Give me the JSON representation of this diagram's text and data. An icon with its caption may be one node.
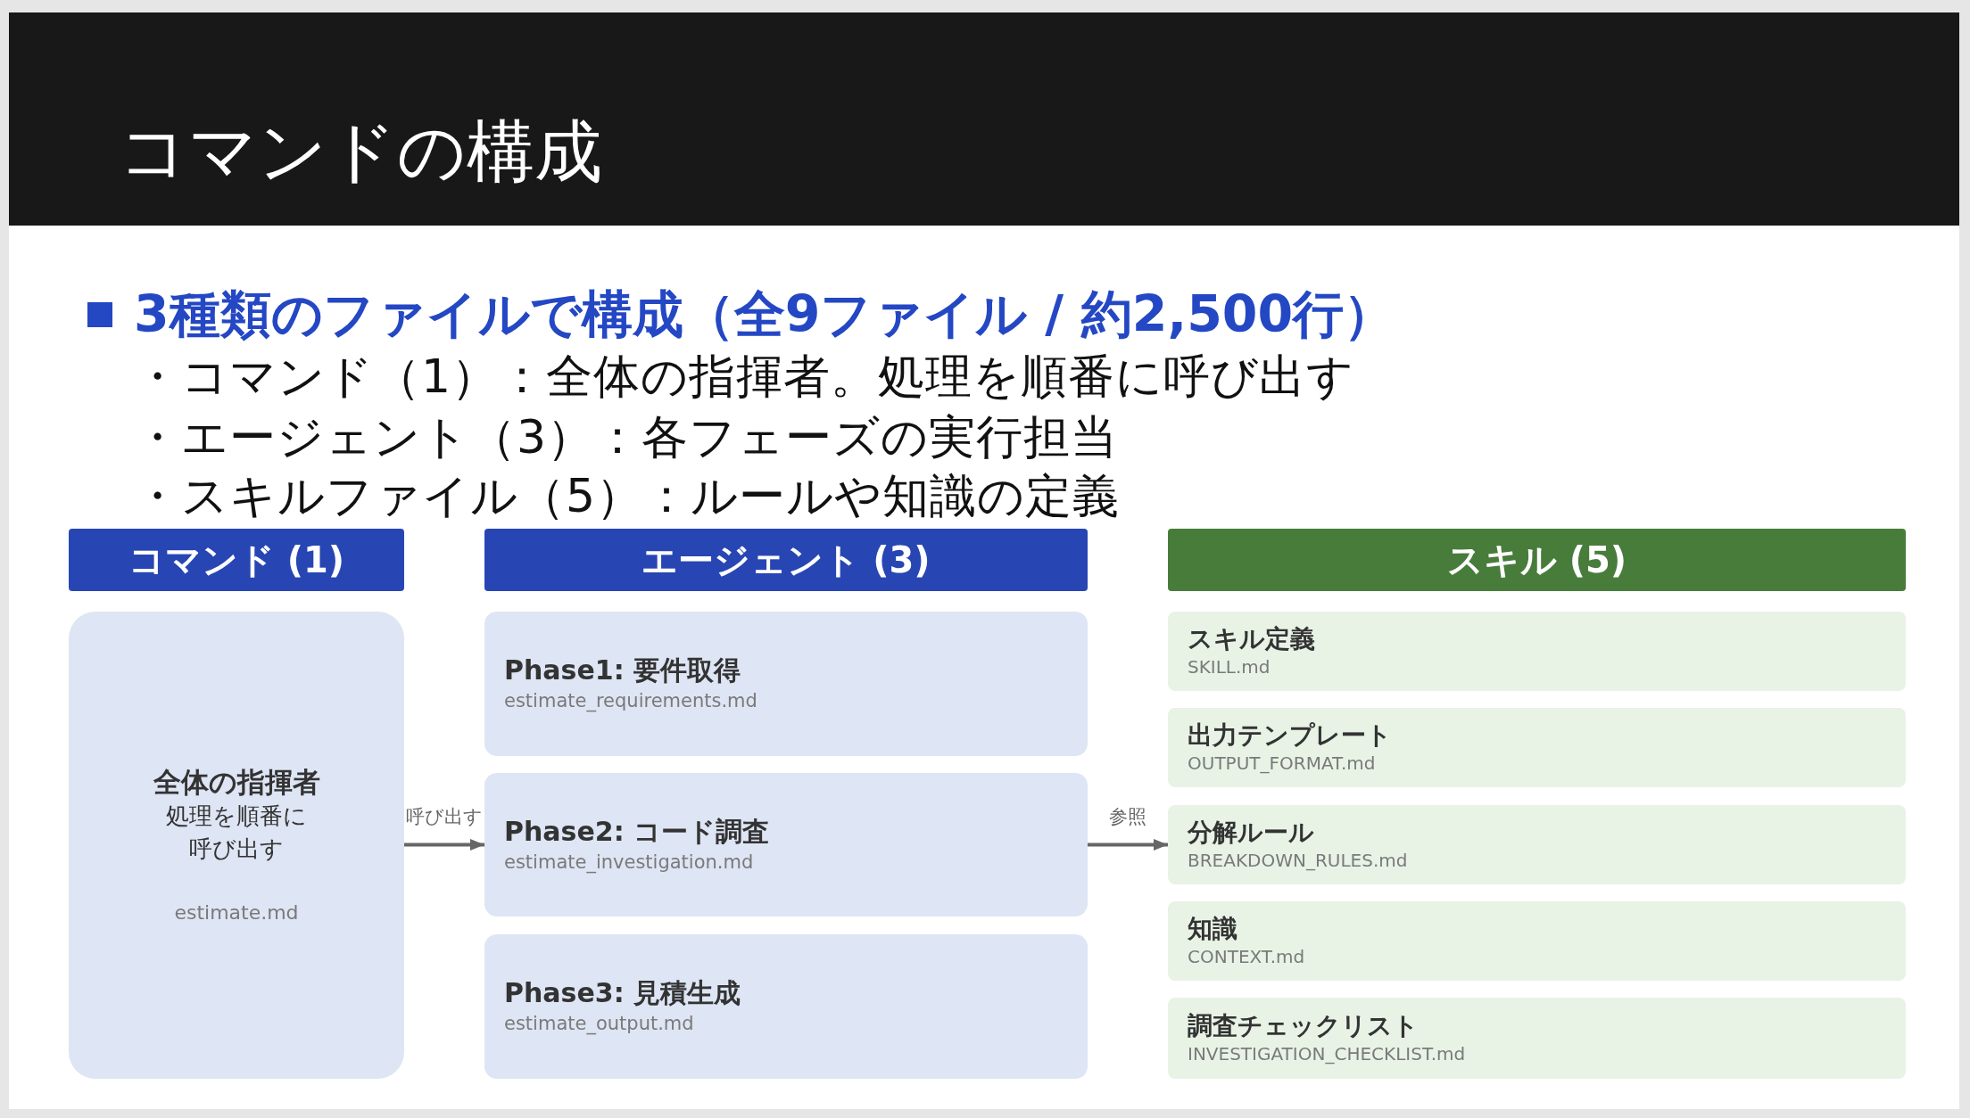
{
  "diagram": {
    "title": "コマンドの構成",
    "nodes": [
      {
        "text": [
          "コマンド (1)"
        ]
      },
      {
        "text": [
          "エージェント (3)"
        ]
      },
      {
        "text": [
          "スキル (5)"
        ]
      },
      {
        "text": [
          "全体の指揮者",
          "処理を順番に呼び出す",
          "estimate.md"
        ]
      },
      {
        "text": [
          "Phase1: 要件取得",
          "estimate_requirements.md"
        ]
      },
      {
        "text": [
          "Phase2: コード調査",
          "estimate_investigation.md"
        ]
      },
      {
        "text": [
          "Phase3: 見積生成",
          "estimate_output.md"
        ]
      },
      {
        "text": [
          "スキル定義",
          "SKILL.md"
        ]
      },
      {
        "text": [
          "出力テンプレート",
          "OUTPUT_FORMAT.md"
        ]
      },
      {
        "text": [
          "分解ルール",
          "BREAKDOWN_RULES.md"
        ]
      },
      {
        "text": [
          "知識",
          "CONTEXT.md"
        ]
      },
      {
        "text": [
          "調査チェックリスト",
          "INVESTIGATION_CHECKLIST.md"
        ]
      }
    ],
    "edges": [
      {
        "from": 3,
        "to": 5,
        "arrow": "to",
        "label": "呼び出す"
      },
      {
        "from": 5,
        "to": 9,
        "arrow": "to",
        "label": "参照"
      }
    ],
    "labels": [
      "3種類のファイルで構成（全9ファイル / 約2,500行）",
      "・コマンド（1）：全体の指揮者。処理を順番に呼び出す",
      "・エージェント（3）：各フェーズの実行担当",
      "・スキルファイル（5）：ルールや知識の定義"
    ]
  }
}
